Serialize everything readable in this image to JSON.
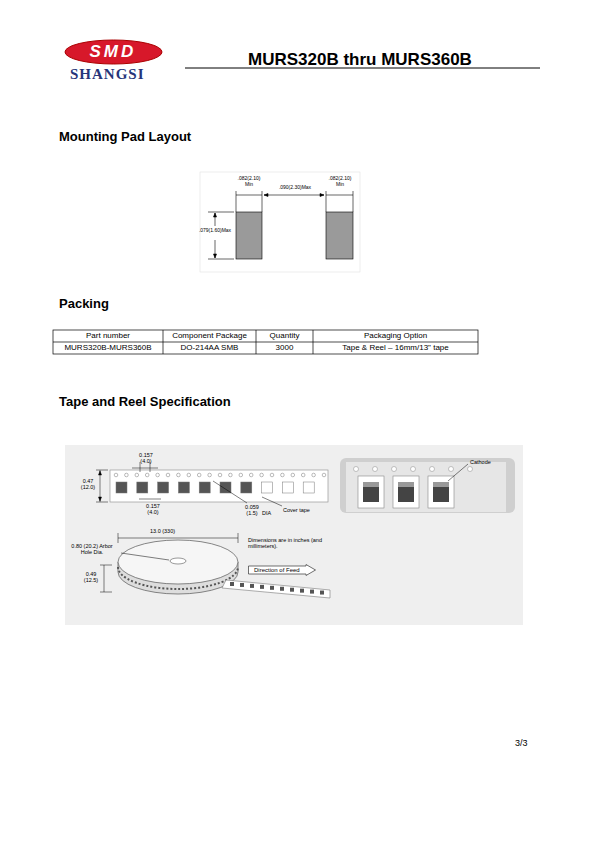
{
  "diagram": {
    "title": "MURS320B thru MURS360B",
    "nodes": [
      {
        "text": [
          "SMD"
        ]
      },
      {
        "text": [
          "Direction of Feed"
        ]
      }
    ],
    "labels": [
      "SHANGSI",
      "Mounting Pad Layout",
      ".082(2.10) Min",
      ".090(2.30)Max",
      ".082(2.10) Min",
      ".079(1.60)Max",
      "Packing",
      "Part number",
      "Component Package",
      "Quantity",
      "Packaging Option",
      "MURS320B-MURS360B",
      "DO-214AA SMB",
      "3000",
      "Tape & Reel – 16mm/13\" tape",
      "Tape and Reel Specification",
      "0.157 (4.0)",
      "0.47 (12.0)",
      "0.157 (4.0)",
      "0.059 (1.5)",
      "DIA",
      "Cover tape",
      "Cathode",
      "13.0 (330)",
      "0.80 (20.2) Arbor Hole Dia.",
      "0.49 (12.5)",
      "Dimensions are in inches (and millimeters).",
      "3/3"
    ]
  }
}
